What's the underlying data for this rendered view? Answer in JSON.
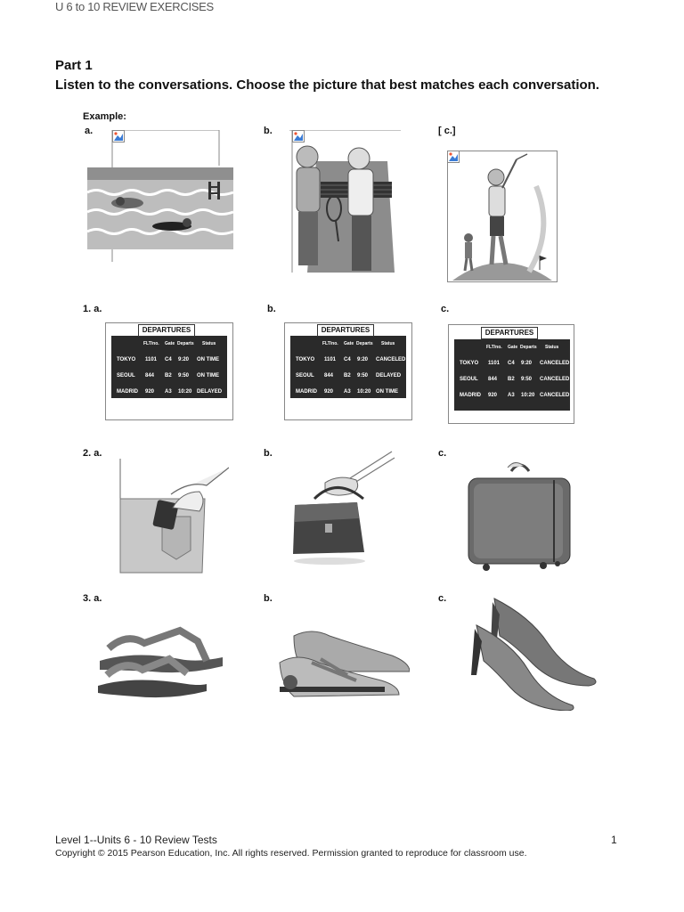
{
  "header": {
    "title": "U 6 to 10 REVIEW EXERCISES"
  },
  "part": {
    "title": "Part 1",
    "instructions": "Listen to the conversations. Choose the picture that best matches each conversation."
  },
  "example": {
    "label": "Example:",
    "options": [
      {
        "letter": "a.",
        "icon": "swimming-image"
      },
      {
        "letter": "b.",
        "icon": "tennis-players-image"
      },
      {
        "letter": "[ c.]",
        "icon": "golfer-image"
      }
    ]
  },
  "questions": [
    {
      "number": "1. a.",
      "options": [
        {
          "letter": "1. a.",
          "board": {
            "title": "DEPARTURES",
            "head": [
              "FLT/no.",
              "Gate",
              "Departs",
              "Status"
            ],
            "rows": [
              [
                "TOKYO",
                "1101",
                "C4",
                "9:20",
                "ON TIME"
              ],
              [
                "SEOUL",
                "844",
                "B2",
                "9:50",
                "ON TIME"
              ],
              [
                "MADRID",
                "920",
                "A3",
                "10:20",
                "DELAYED"
              ]
            ]
          }
        },
        {
          "letter": "b.",
          "board": {
            "title": "DEPARTURES",
            "head": [
              "FLT/no.",
              "Gate",
              "Departs",
              "Status"
            ],
            "rows": [
              [
                "TOKYO",
                "1101",
                "C4",
                "9:20",
                "CANCELED"
              ],
              [
                "SEOUL",
                "844",
                "B2",
                "9:50",
                "DELAYED"
              ],
              [
                "MADRID",
                "920",
                "A3",
                "10:20",
                "ON TIME"
              ]
            ]
          }
        },
        {
          "letter": "c.",
          "board": {
            "title": "DEPARTURES",
            "head": [
              "FLT/no.",
              "Gate",
              "Departs",
              "Status"
            ],
            "rows": [
              [
                "TOKYO",
                "1101",
                "C4",
                "9:20",
                "CANCELED"
              ],
              [
                "SEOUL",
                "844",
                "B2",
                "9:50",
                "CANCELED"
              ],
              [
                "MADRID",
                "920",
                "A3",
                "10:20",
                "CANCELED"
              ]
            ]
          }
        }
      ]
    },
    {
      "number": "2. a.",
      "options": [
        {
          "letter": "2. a.",
          "icon": "wallet-in-pocket-image"
        },
        {
          "letter": "b.",
          "icon": "briefcase-image"
        },
        {
          "letter": "c.",
          "icon": "suitcase-image"
        }
      ]
    },
    {
      "number": "3. a.",
      "options": [
        {
          "letter": "3. a.",
          "icon": "sandals-image"
        },
        {
          "letter": "b.",
          "icon": "sneakers-image"
        },
        {
          "letter": "c.",
          "icon": "high-heels-image"
        }
      ]
    }
  ],
  "footer": {
    "left": "Level 1--Units 6 - 10 Review Tests",
    "page": "1",
    "copyright": "Copyright © 2015 Pearson Education, Inc. All rights reserved. Permission granted to reproduce for classroom use."
  }
}
